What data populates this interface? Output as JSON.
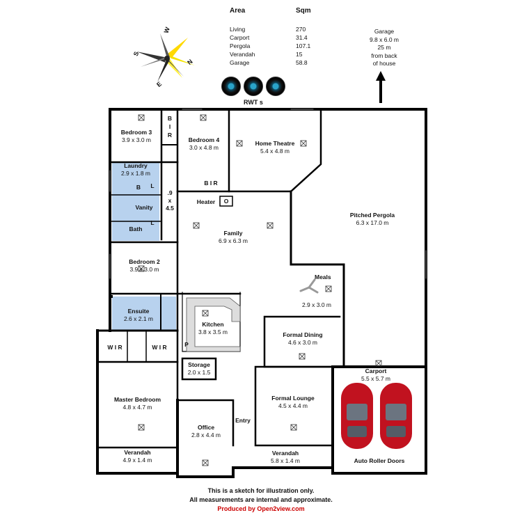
{
  "area_table": {
    "header_area": "Area",
    "header_sqm": "Sqm",
    "rows": [
      {
        "name": "Living",
        "sqm": "270"
      },
      {
        "name": "Carport",
        "sqm": "31.4"
      },
      {
        "name": "Pergola",
        "sqm": "107.1"
      },
      {
        "name": "Verandah",
        "sqm": "15"
      },
      {
        "name": "Garage",
        "sqm": "58.8"
      }
    ]
  },
  "compass": {
    "n": "N",
    "e": "E",
    "s": "S",
    "w": "W"
  },
  "garage_note": {
    "line1": "Garage",
    "line2": "9.8 x 6.0 m",
    "line3": "25 m",
    "line4": "from back",
    "line5": "of house"
  },
  "rwt_label": "RWT s",
  "rooms": {
    "bedroom3": {
      "name": "Bedroom 3",
      "dim": "3.9 x 3.0 m"
    },
    "bir1": {
      "name": "B I R"
    },
    "bedroom4": {
      "name": "Bedroom 4",
      "dim": "3.0 x 4.8 m"
    },
    "bir2": {
      "name": "B I R"
    },
    "home_theatre": {
      "name": "Home Theatre",
      "dim": "5.4 x 4.8 m"
    },
    "laundry": {
      "name": "Laundry",
      "dim": "2.9 x 1.8 m"
    },
    "vanity": {
      "name": "Vanity"
    },
    "bath": {
      "name": "Bath"
    },
    "hall": {
      "l1": ".9",
      "l2": "x",
      "l3": "4.5"
    },
    "heater": {
      "name": "Heater"
    },
    "family": {
      "name": "Family",
      "dim": "6.9 x 6.3 m"
    },
    "pergola": {
      "name": "Pitched Pergola",
      "dim": "6.3 x 17.0 m"
    },
    "bedroom2": {
      "name": "Bedroom 2",
      "dim": "3.9 x 3.0 m"
    },
    "meals": {
      "name": "Meals",
      "dim": "2.9 x 3.0 m"
    },
    "ensuite": {
      "name": "Ensuite",
      "dim": "2.6 x 2.1 m"
    },
    "kitchen": {
      "name": "Kitchen",
      "dim": "3.8 x 3.5 m"
    },
    "formal_dining": {
      "name": "Formal Dining",
      "dim": "4.6 x 3.0 m"
    },
    "wir1": {
      "name": "W I R"
    },
    "wir2": {
      "name": "W I R"
    },
    "storage": {
      "name": "Storage",
      "dim": "2.0 x 1.5"
    },
    "carport": {
      "name": "Carport",
      "dim": "5.5 x 5.7 m"
    },
    "master": {
      "name": "Master Bedroom",
      "dim": "4.8 x 4.7 m"
    },
    "formal_lounge": {
      "name": "Formal Lounge",
      "dim": "4.5 x 4.4 m"
    },
    "office": {
      "name": "Office",
      "dim": "2.8 x 4.4 m"
    },
    "entry": {
      "name": "Entry"
    },
    "verandah1": {
      "name": "Verandah",
      "dim": "4.9 x 1.4 m"
    },
    "verandah2": {
      "name": "Verandah",
      "dim": "5.8 x 1.4 m"
    },
    "roller": {
      "name": "Auto Roller Doors"
    }
  },
  "fixtures": {
    "b": "B",
    "l1": "L",
    "l2": "L",
    "p": "P",
    "o": "O"
  },
  "footer": {
    "line1": "This is a sketch for illustration only.",
    "line2": "All measurements are internal and approximate.",
    "line3": "Produced by Open2view.com",
    "brand_color": "#cc0000"
  }
}
